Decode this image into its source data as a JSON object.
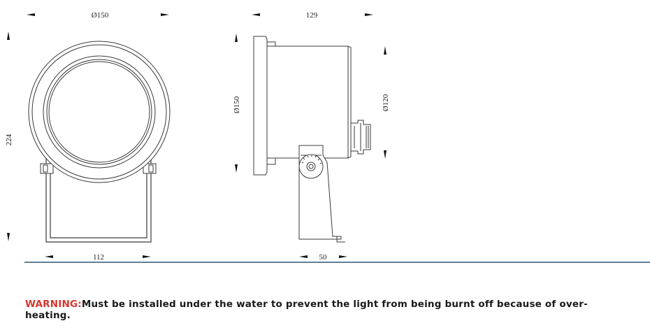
{
  "dimensions": {
    "front_width": "Ø150",
    "front_height": "224",
    "front_bracket_width": "112",
    "side_length": "129",
    "side_flange_diameter": "Ø150",
    "side_body_diameter": "Ø120",
    "side_bracket_depth": "50"
  },
  "warning": {
    "label": "WARNING:",
    "text": "Must be installed under the water to prevent the light from being burnt off because of over-heating."
  },
  "colors": {
    "warning_label": "#d9342b",
    "divider": "#5f7f95"
  }
}
